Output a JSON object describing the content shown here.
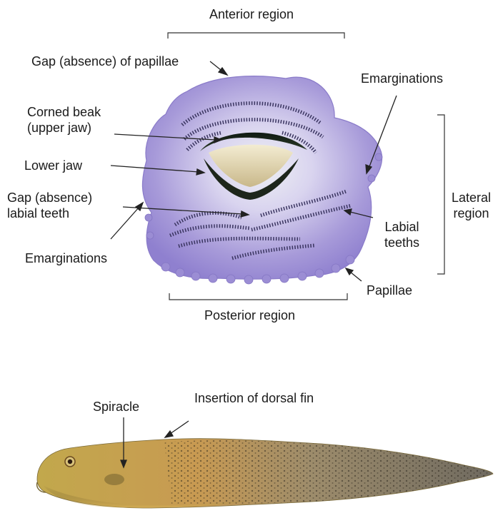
{
  "mouth_labels": {
    "anterior": "Anterior region",
    "posterior": "Posterior region",
    "lateral_line1": "Lateral",
    "lateral_line2": "region",
    "gap_papillae": "Gap (absence) of papillae",
    "emarginations_right": "Emarginations",
    "corned_beak_line1": "Corned beak",
    "corned_beak_line2": "(upper jaw)",
    "lower_jaw": "Lower jaw",
    "gap_teeth_line1": "Gap (absence)",
    "gap_teeth_line2": "labial teeth",
    "emarginations_left": "Emarginations",
    "labial_teeth_line1": "Labial",
    "labial_teeth_line2": "teeths",
    "papillae": "Papillae"
  },
  "tadpole_labels": {
    "spiracle": "Spiracle",
    "dorsal_fin": "Insertion of dorsal fin"
  },
  "colors": {
    "disc_purple": "#9d8fd6",
    "disc_light": "#d7d2f0",
    "teeth_dark": "#3a3560",
    "beak_dark": "#1f2a1d",
    "tadpole_body": "#b39a43",
    "tadpole_tail": "#7d776a",
    "line": "#222222"
  }
}
